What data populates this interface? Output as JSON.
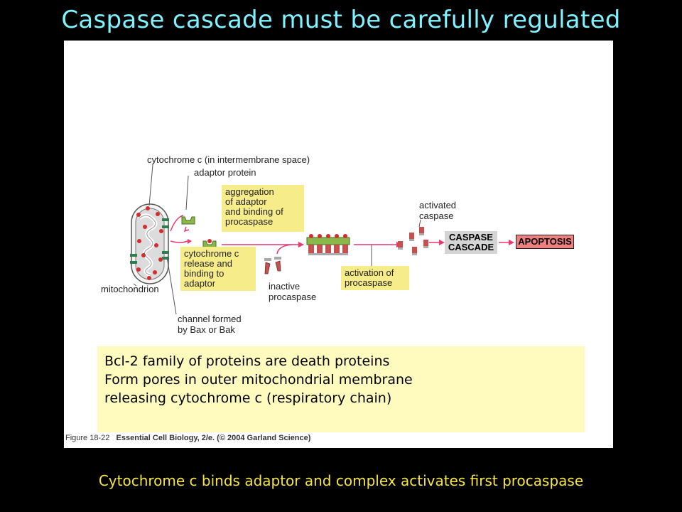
{
  "title": "Caspase cascade must be carefully regulated",
  "diagram": {
    "cyt_c_space": "cytochrome c (in intermembrane space)",
    "adaptor_protein": "adaptor protein",
    "aggregation": [
      "aggregation",
      "of adaptor",
      "and binding of",
      "procaspase"
    ],
    "release_binding": [
      "cytochrome c",
      "release and",
      "binding to",
      "adaptor"
    ],
    "mitochondrion": "mitochondrion",
    "channel": [
      "channel formed",
      "by Bax or Bak"
    ],
    "inactive": [
      "inactive",
      "procaspase"
    ],
    "activation": [
      "activation of",
      "procaspase"
    ],
    "activated": [
      "activated",
      "caspase"
    ],
    "cascade": [
      "CASPASE",
      "CASCADE"
    ],
    "apoptosis": "APOPTOSIS"
  },
  "note": [
    "Bcl-2 family of proteins are death proteins",
    "Form pores in outer mitochondrial membrane",
    "releasing cytochrome c (respiratory chain)"
  ],
  "caption": {
    "figure": "Figure 18-22",
    "book": "Essential Cell Biology, 2/e. (© 2004 Garland Science)"
  },
  "footer": "Cytochrome c binds adaptor and complex activates first procaspase",
  "colors": {
    "title": "#7ff3ff",
    "footer": "#f5e642",
    "label_box": "#f7ec8a",
    "note_box": "#fffbbf",
    "arrow": "#e8386e",
    "cascade_box": "#d4d4d4",
    "apoptosis_box": "#f08080"
  }
}
